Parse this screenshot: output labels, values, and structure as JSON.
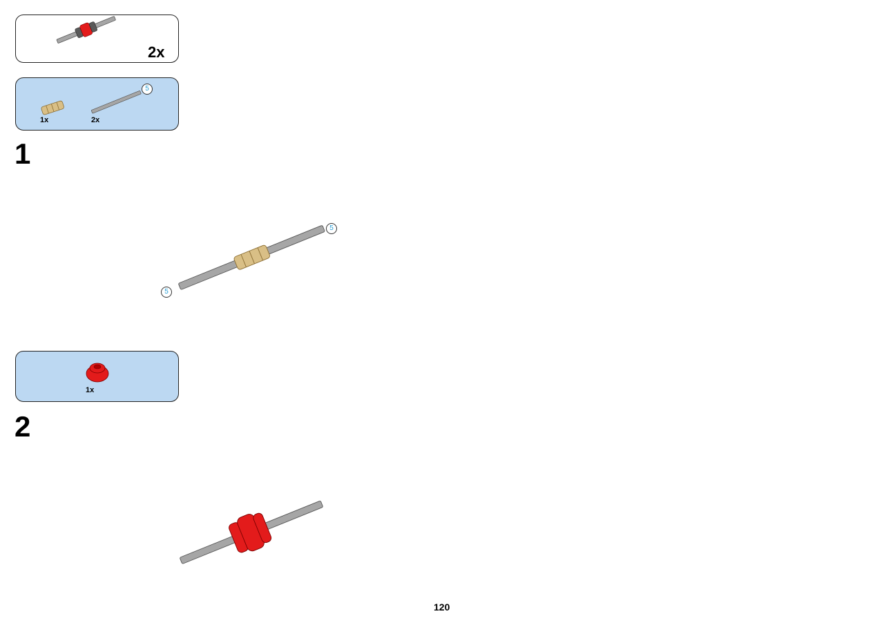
{
  "submodel": {
    "multiplier": "2x"
  },
  "step1": {
    "number": "1",
    "parts": [
      {
        "qty": "1x",
        "part": "tan-axle-connector-icon"
      },
      {
        "qty": "2x",
        "part": "gray-axle-5-icon",
        "length": "5"
      }
    ],
    "callouts": [
      "5",
      "5"
    ]
  },
  "step2": {
    "number": "2",
    "parts": [
      {
        "qty": "1x",
        "part": "red-bush-icon"
      }
    ]
  },
  "page": {
    "number": "120"
  },
  "colors": {
    "parts_box_bg": "#bcd8f2",
    "axle_gray": "#a6a6a6",
    "connector_tan": "#d9bf86",
    "bush_red": "#e31b1b",
    "length_text": "#2a9fd6"
  }
}
